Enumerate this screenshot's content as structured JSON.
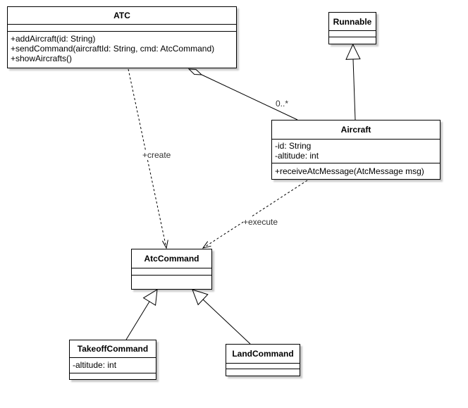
{
  "classes": {
    "atc": {
      "name": "ATC",
      "attributes": [],
      "operations": [
        "+addAircraft(id: String)",
        "+sendCommand(aircraftId: String, cmd: AtcCommand)",
        "+showAircrafts()"
      ]
    },
    "runnable": {
      "name": "Runnable",
      "attributes": [],
      "operations": []
    },
    "aircraft": {
      "name": "Aircraft",
      "attributes": [
        "-id: String",
        "-altitude: int"
      ],
      "operations": [
        "+receiveAtcMessage(AtcMessage msg)"
      ]
    },
    "atccommand": {
      "name": "AtcCommand",
      "attributes": [],
      "operations": []
    },
    "takeoff": {
      "name": "TakeoffCommand",
      "attributes": [
        "-altitude: int"
      ],
      "operations": []
    },
    "land": {
      "name": "LandCommand",
      "attributes": [],
      "operations": []
    }
  },
  "relations": {
    "atc_aircraft_multiplicity": "0..*",
    "atc_create_label": "+create",
    "aircraft_execute_label": "+execute"
  }
}
